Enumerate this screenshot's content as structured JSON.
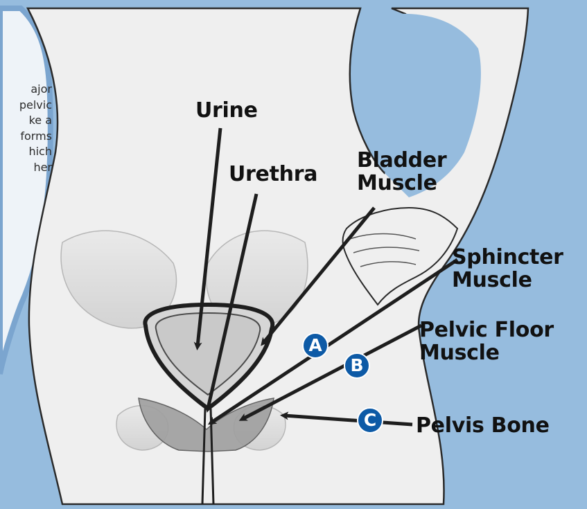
{
  "colors": {
    "background_blue": "#96bcde",
    "panel_border_blue": "#7ba5cf",
    "body_fill": "#efefef",
    "outline": "#2a2a2a",
    "label_text": "#111111",
    "badge_fill": "#0d5aa6",
    "badge_text": "#ffffff",
    "arrow": "#1e1e1e"
  },
  "side_panel": {
    "lines": [
      "ajor",
      "pelvic",
      "ke a",
      "forms",
      "hich",
      "her"
    ]
  },
  "labels": {
    "urine": "Urine",
    "urethra": "Urethra",
    "bladder_muscle": [
      "Bladder",
      "Muscle"
    ],
    "sphincter_muscle": [
      "Sphincter",
      "Muscle"
    ],
    "pelvic_floor_muscle": [
      "Pelvic Floor",
      "Muscle"
    ],
    "pelvis_bone": "Pelvis Bone"
  },
  "badges": {
    "a": "A",
    "b": "B",
    "c": "C"
  },
  "icons": {
    "arrowhead": "arrowhead-icon"
  }
}
